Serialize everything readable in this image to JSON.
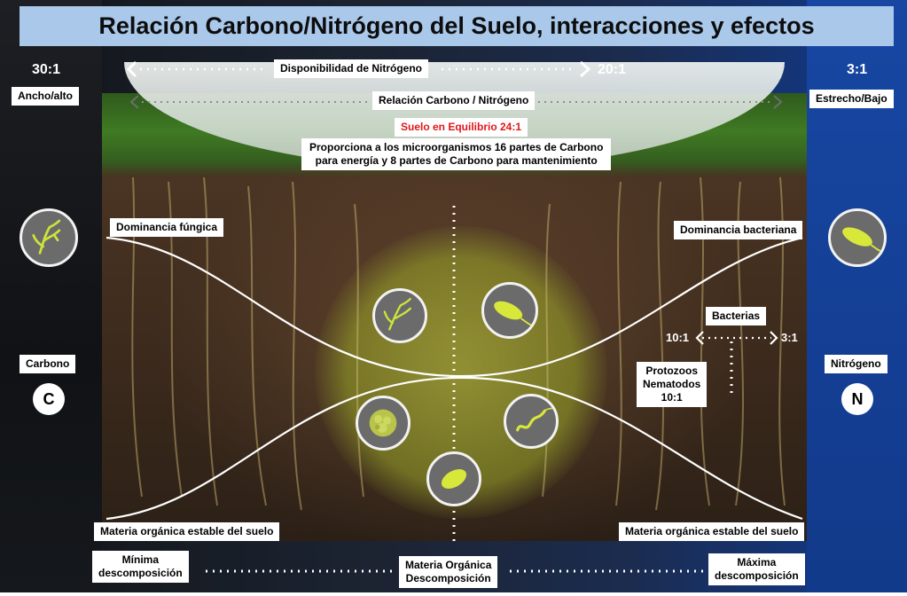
{
  "title": "Relación Carbono/Nitrógeno del Suelo, interacciones y efectos",
  "left": {
    "ratio": "30:1",
    "width_label": "Ancho/alto",
    "element_label": "Carbono",
    "element_badge": "C",
    "icon": "fungus-hyphae-icon"
  },
  "right": {
    "ratio": "3:1",
    "width_label": "Estrecho/Bajo",
    "element_label": "Nitrógeno",
    "element_badge": "N",
    "icon": "bacteria-icon"
  },
  "top": {
    "nitrogen_availability": "Disponibilidad de Nitrógeno",
    "mid_ratio": "20:1",
    "cn_ratio_label": "Relación Carbono / Nitrógeno",
    "equilibrium": "Suelo en Equilibrio 24:1",
    "description": [
      "Proporciona a los microorganismos 16 partes de Carbono",
      "para energía y  8 partes de Carbono para mantenimiento"
    ]
  },
  "dominance": {
    "fungal": "Dominancia fúngica",
    "bacterial": "Dominancia bacteriana"
  },
  "bacteria_scale": {
    "label": "Bacterias",
    "from": "10:1",
    "to": "3:1"
  },
  "protozoa": [
    "Protozoos",
    "Nematodos",
    "10:1"
  ],
  "center_icons": [
    "fungus-icon",
    "bacterium-icon",
    "protozoa-icon",
    "nematode-icon",
    "bacteria-cell-icon"
  ],
  "bottom": {
    "stable_left": "Materia orgánica estable del suelo",
    "stable_right": "Materia orgánica estable del suelo",
    "min_decomp": [
      "Mínima",
      "descomposición"
    ],
    "center_decomp": [
      "Materia Orgánica",
      "Descomposición"
    ],
    "max_decomp": [
      "Máxima",
      "descomposición"
    ]
  },
  "colors": {
    "title_bar": "#a9c8ea",
    "right_panel": "#1747a3",
    "equilibrium_text": "#e01818",
    "glow": "#b8cf3c"
  }
}
